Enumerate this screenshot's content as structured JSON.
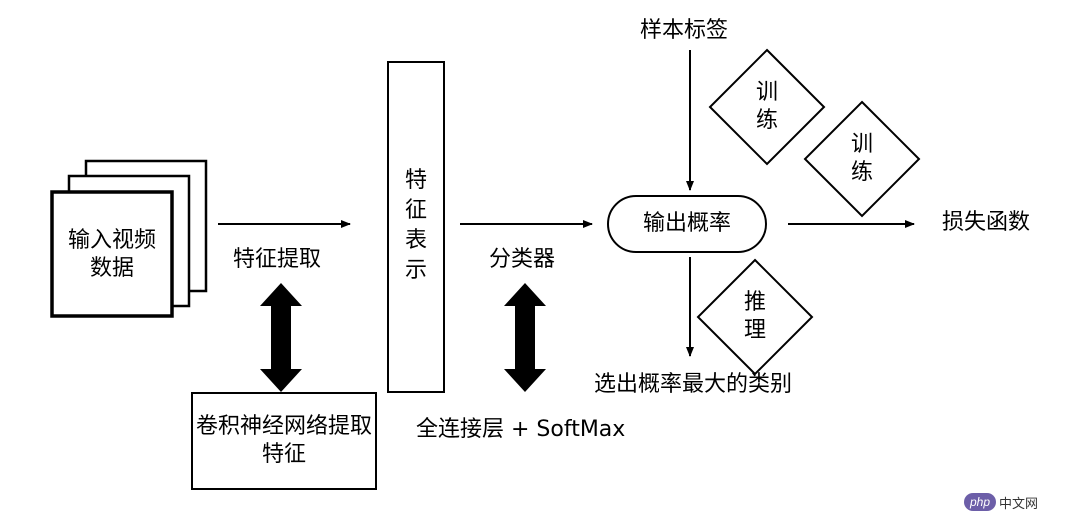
{
  "input_box": {
    "label": "输入视频数据"
  },
  "step_extract": {
    "label": "特征提取"
  },
  "cnn_box": {
    "label": "卷积神经网络提取特征"
  },
  "feature_repr": {
    "label": "特征表示"
  },
  "step_classifier": {
    "label": "分类器"
  },
  "fc_softmax": {
    "label": "全连接层 + SoftMax"
  },
  "output_prob": {
    "label": "输出概率"
  },
  "sample_label": {
    "label": "样本标签"
  },
  "train_diamond_1": {
    "label": "训练"
  },
  "train_diamond_2": {
    "label": "训练"
  },
  "infer_diamond": {
    "label": "推理"
  },
  "loss_function": {
    "label": "损失函数"
  },
  "select_max": {
    "label": "选出概率最大的类别"
  },
  "watermark": {
    "badge": "php",
    "site": "中文网"
  }
}
